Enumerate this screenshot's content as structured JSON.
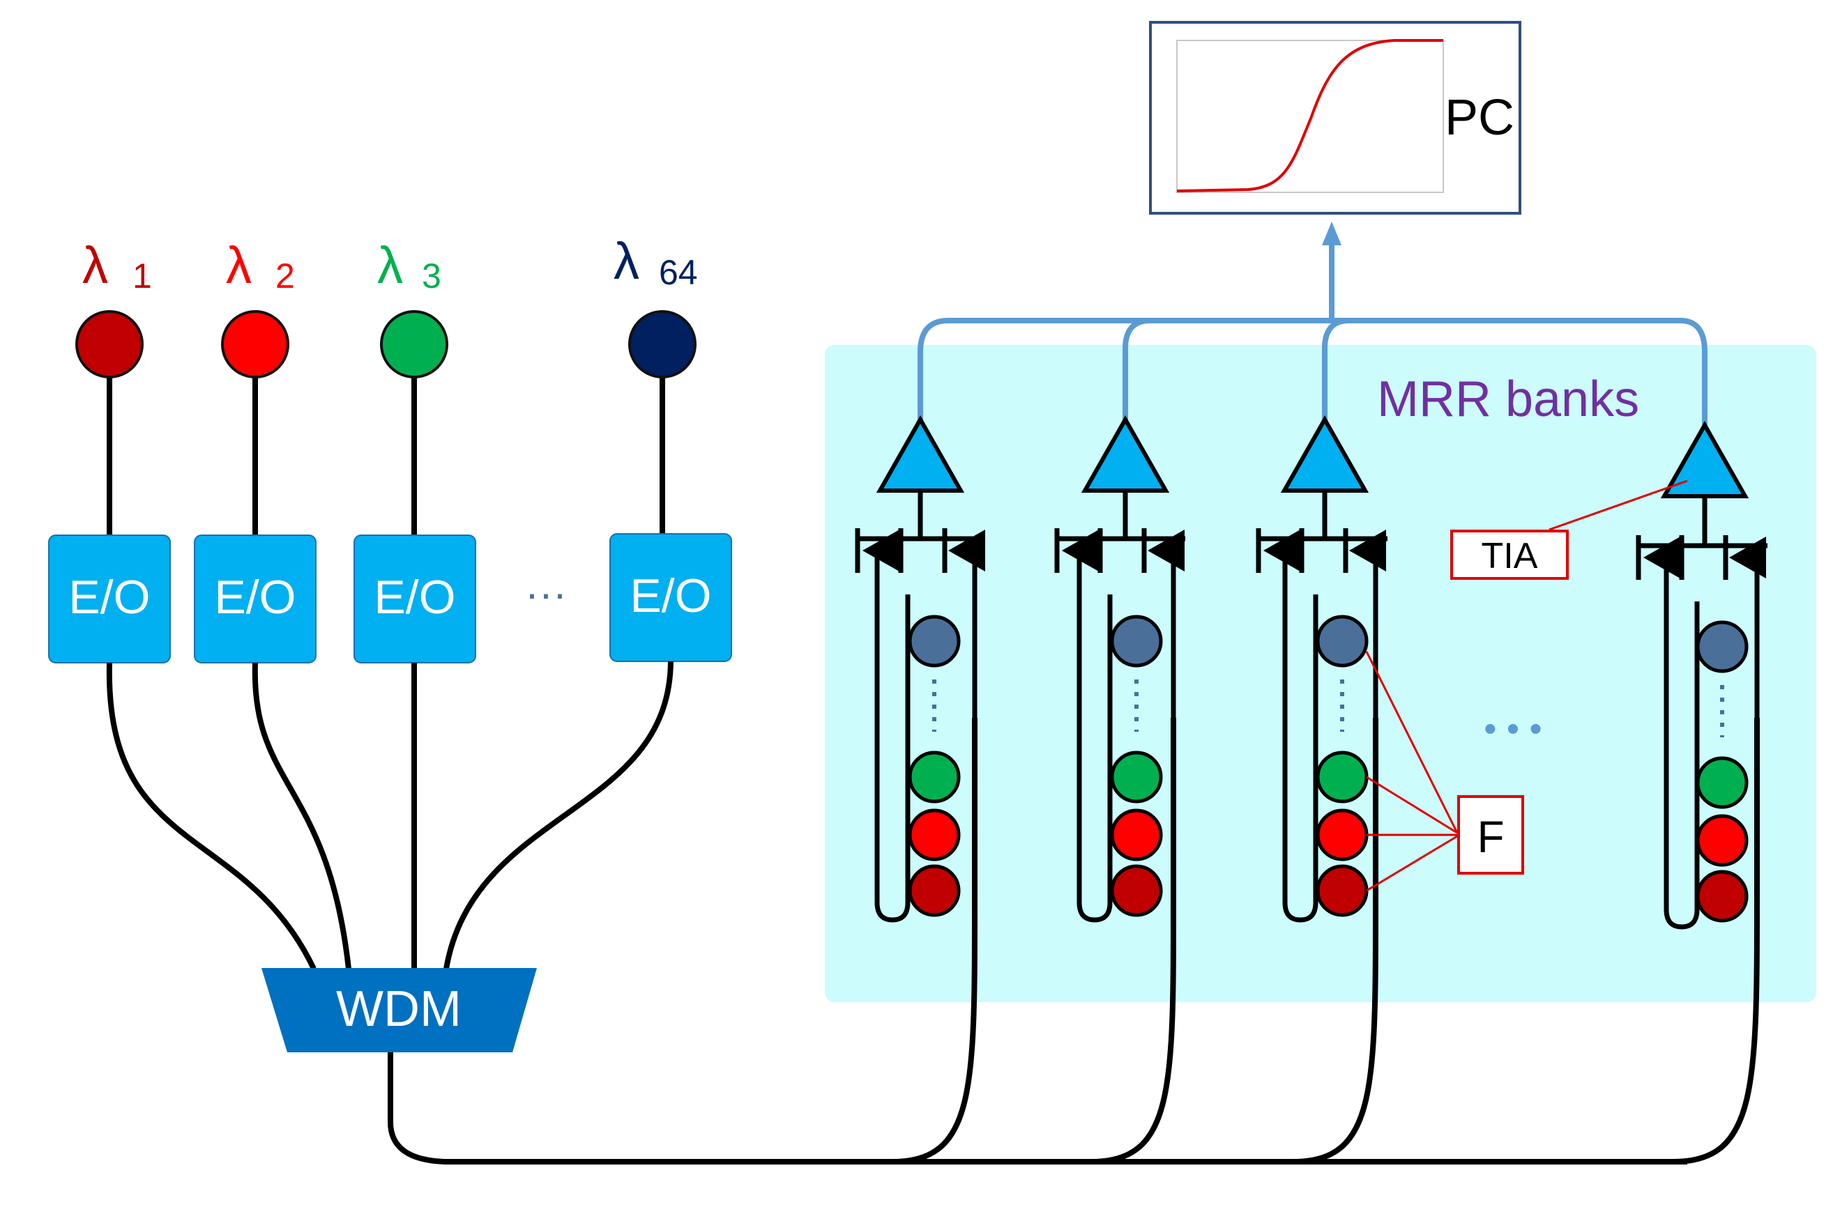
{
  "sources": [
    {
      "symbol": "λ",
      "index": "1",
      "color": "#c00000"
    },
    {
      "symbol": "λ",
      "index": "2",
      "color": "#ff0000"
    },
    {
      "symbol": "λ",
      "index": "3",
      "color": "#00b050"
    },
    {
      "symbol": "λ",
      "index": "64",
      "color": "#002060"
    }
  ],
  "eo_label": "E/O",
  "eo_ellipsis": "···",
  "wdm_label": "WDM",
  "bank_label": "MRR banks",
  "bank_ellipsis": "• • •",
  "tia_label": "TIA",
  "filter_label": "F",
  "pc_label": "PC",
  "colors": {
    "eo_fill": "#00b0f0",
    "wdm_fill": "#0070c0",
    "bank_fill": "#ccfcfc",
    "bus_line": "#5b9bd5",
    "label_purple": "#7030a0",
    "annotation_red": "#e00000",
    "ring_blue": "#4a6f99",
    "ring_green": "#00b050",
    "ring_red": "#ff0000",
    "ring_darkred": "#c00000"
  }
}
